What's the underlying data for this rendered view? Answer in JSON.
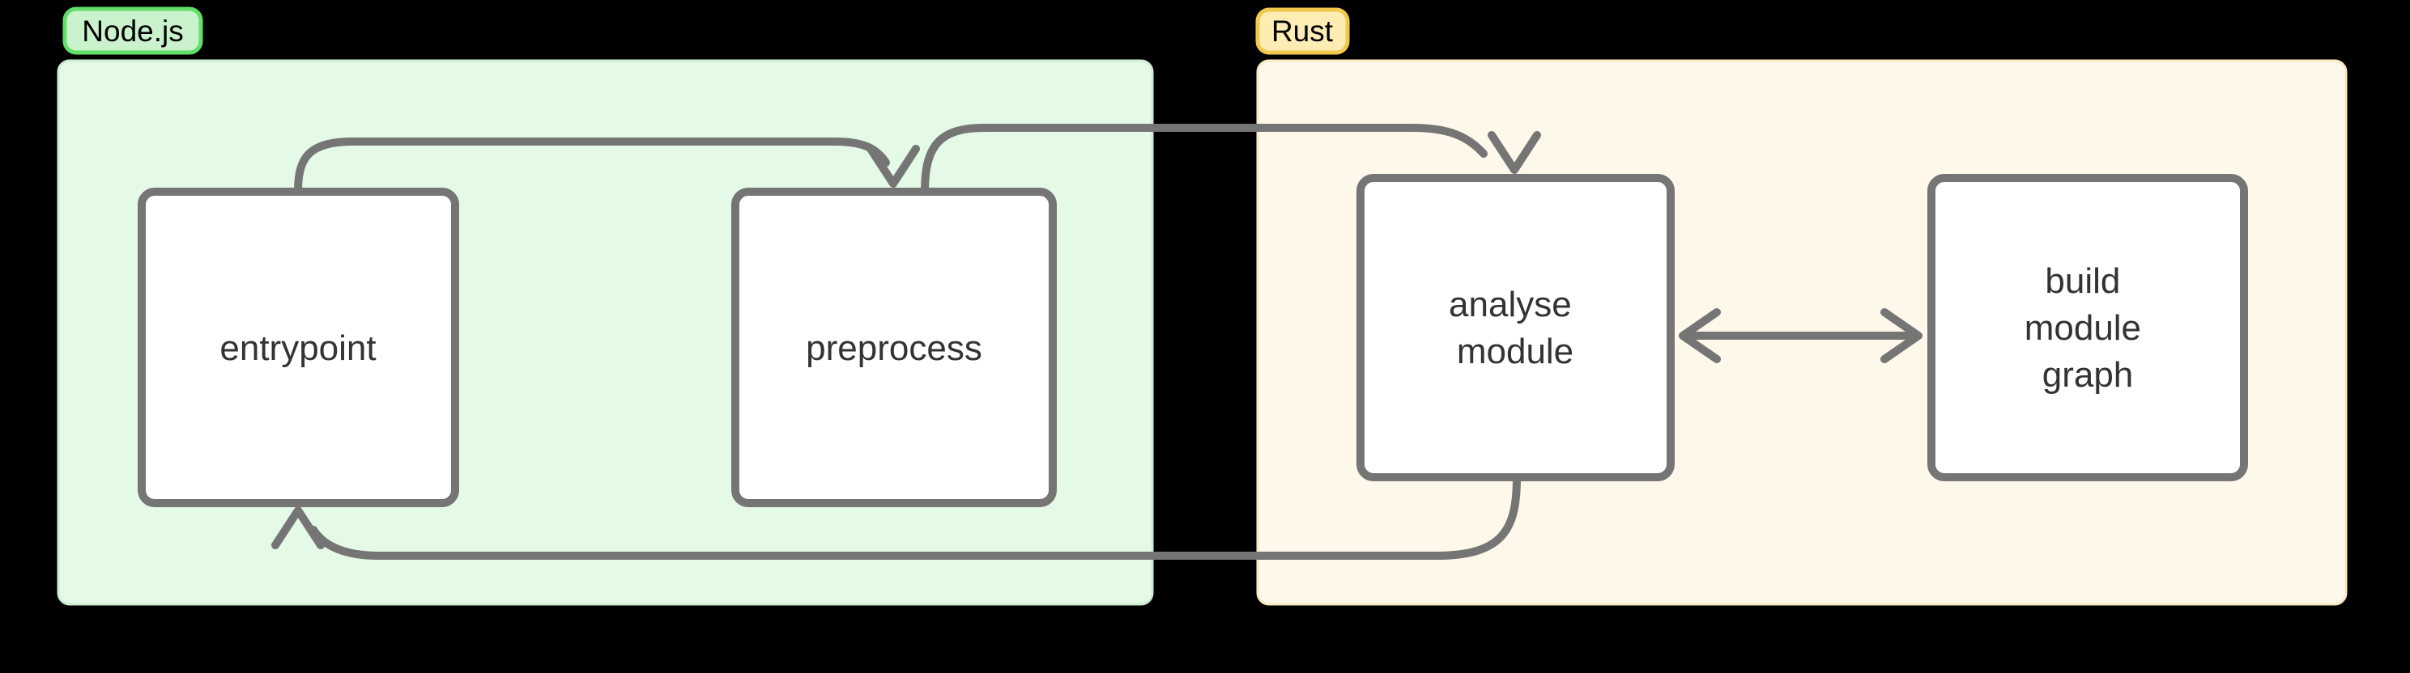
{
  "page": {
    "background": "#000000"
  },
  "diagram": {
    "type": "flowchart",
    "direction": "left-to-right",
    "groups": [
      {
        "label": "Node.js",
        "fill": "#e4f9e6",
        "border": "#cfeed3",
        "label_fill": "#c9f2cd",
        "label_border": "#62df68",
        "nodes": [
          "entrypoint",
          "preprocess"
        ]
      },
      {
        "label": "Rust",
        "fill": "#fdf8e9",
        "border": "#f7eac2",
        "label_fill": "#fdecb4",
        "label_border": "#f3c84e",
        "nodes": [
          "analyse module",
          "build module graph"
        ]
      }
    ],
    "nodes": [
      {
        "id": "entrypoint",
        "lines": [
          "entrypoint"
        ]
      },
      {
        "id": "preprocess",
        "lines": [
          "preprocess"
        ]
      },
      {
        "id": "analyse-module",
        "lines": [
          "analyse",
          "module"
        ]
      },
      {
        "id": "build-module-graph",
        "lines": [
          "build",
          "module",
          "graph"
        ]
      }
    ],
    "edges": [
      {
        "from": "entrypoint",
        "to": "preprocess",
        "arrow": "forward"
      },
      {
        "from": "preprocess",
        "to": "analyse module",
        "arrow": "forward"
      },
      {
        "from": "analyse module",
        "to": "build module graph",
        "arrow": "bidirectional"
      },
      {
        "from": "analyse module",
        "to": "entrypoint",
        "arrow": "forward"
      }
    ],
    "node_style": {
      "fill": "#ffffff",
      "border": "#757575",
      "text": "#333333"
    },
    "edge_color": "#757575"
  }
}
